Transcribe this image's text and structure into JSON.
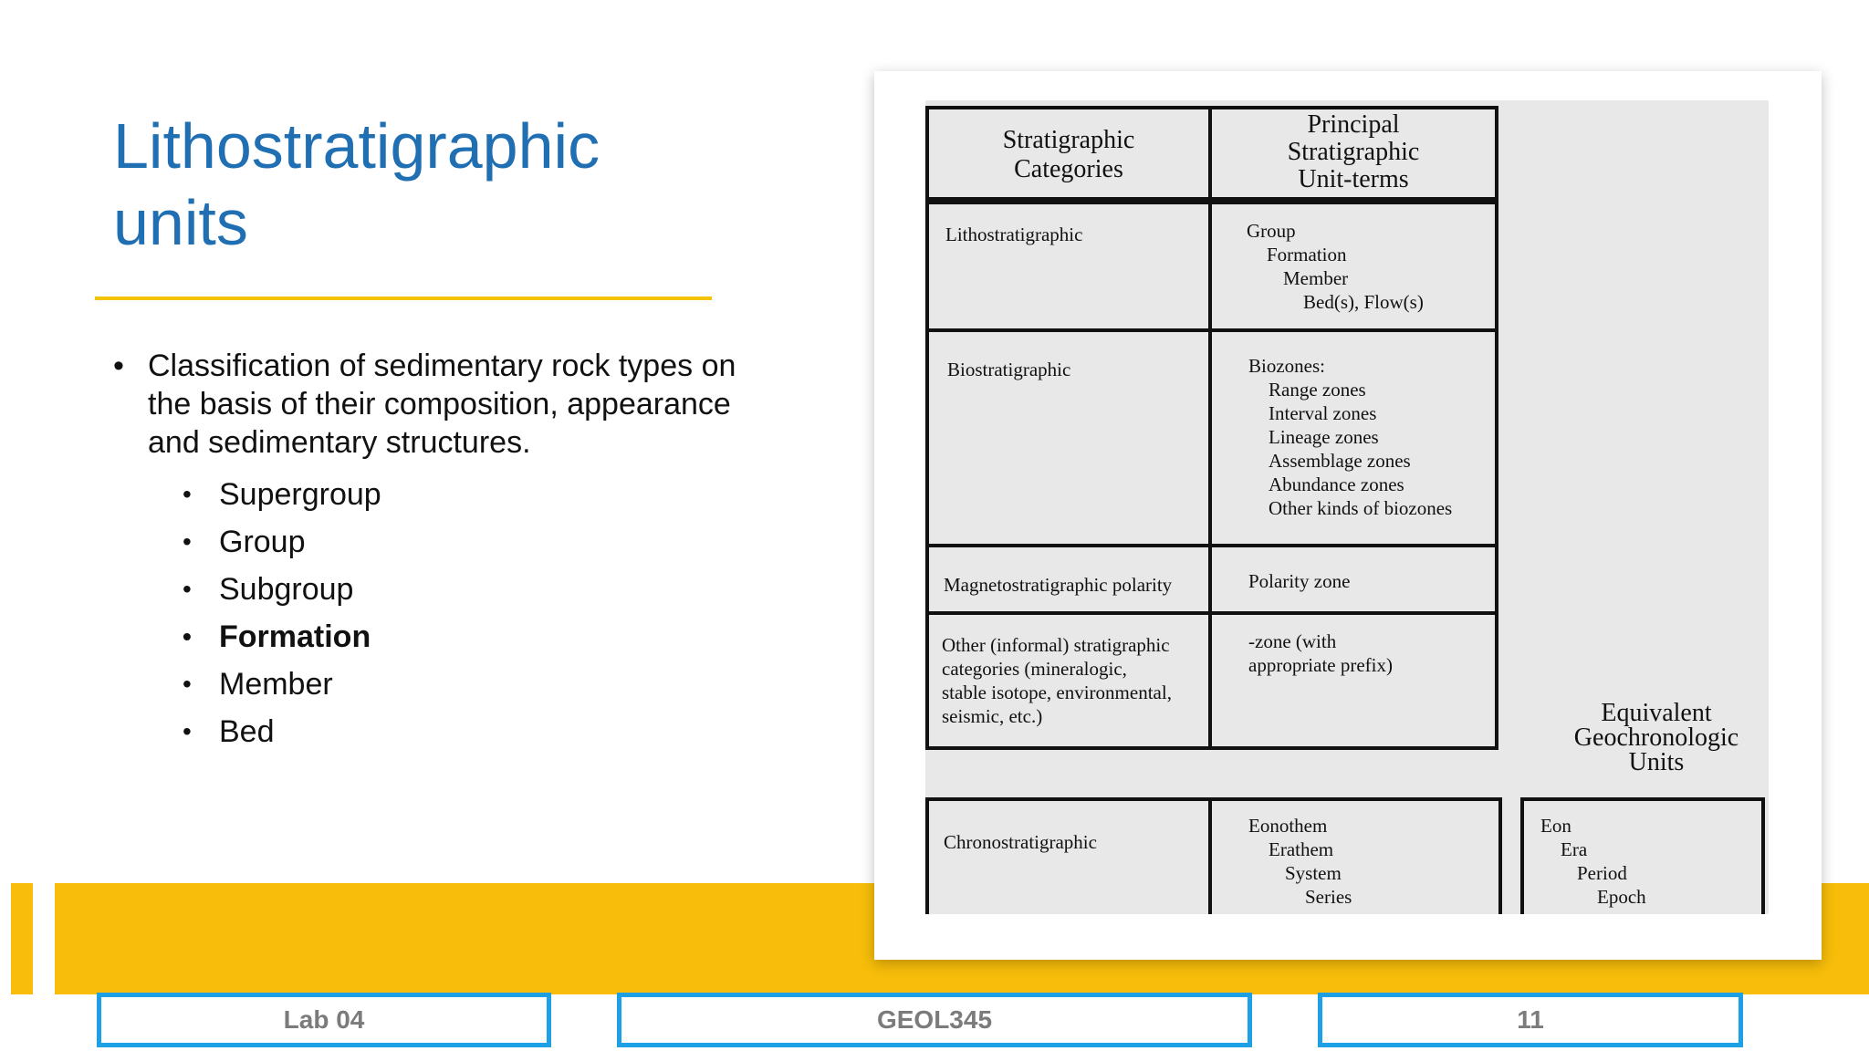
{
  "slide": {
    "title_line1": "Lithostratigraphic",
    "title_line2": "units",
    "bullet_main": "Classification of sedimentary rock types on the basis of their composition, appearance and sedimentary structures.",
    "sub_bullets": [
      "Supergroup",
      "Group",
      "Subgroup",
      "Formation",
      "Member",
      "Bed"
    ]
  },
  "figure": {
    "header_col1": [
      "Stratigraphic",
      "Categories"
    ],
    "header_col2": [
      "Principal",
      "Stratigraphic",
      "Unit-terms"
    ],
    "rows": [
      {
        "category": [
          "Lithostratigraphic"
        ],
        "terms": [
          "Group",
          "Formation",
          "Member",
          "Bed(s), Flow(s)"
        ]
      },
      {
        "category": [
          "Biostratigraphic"
        ],
        "terms": [
          "Biozones:",
          "Range zones",
          "Interval zones",
          "Lineage zones",
          "Assemblage zones",
          "Abundance zones",
          "Other kinds of biozones"
        ]
      },
      {
        "category": [
          "Magnetostratigraphic polarity"
        ],
        "terms": [
          "Polarity zone"
        ]
      },
      {
        "category": [
          "Other (informal) stratigraphic",
          "categories (mineralogic,",
          "stable isotope, environmental,",
          "seismic, etc.)"
        ],
        "terms": [
          "-zone (with",
          "appropriate prefix)"
        ]
      }
    ],
    "equivalent_label": [
      "Equivalent",
      "Geochronologic",
      "Units"
    ],
    "chrono": {
      "category": "Chronostratigraphic",
      "terms": [
        "Eonothem",
        "Erathem",
        "System",
        "Series"
      ],
      "geo_units": [
        "Eon",
        "Era",
        "Period",
        "Epoch"
      ]
    }
  },
  "footer": {
    "left": "Lab 04",
    "center": "GEOL345",
    "right": "11"
  },
  "colors": {
    "title": "#1f6fb2",
    "accent_yellow": "#f7bd0a",
    "footer_border": "#1da1e4"
  }
}
